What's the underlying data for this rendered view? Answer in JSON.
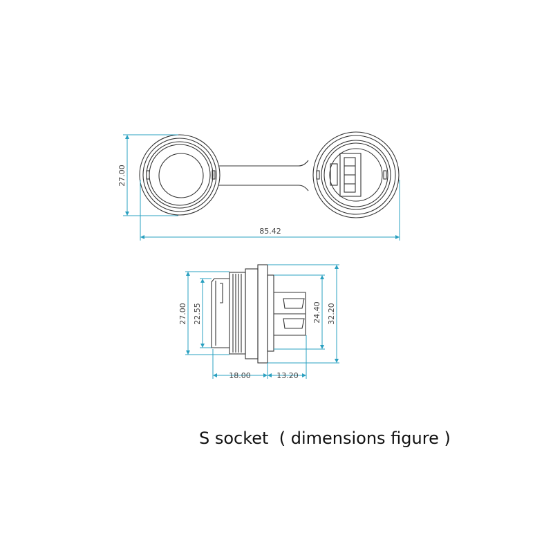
{
  "caption": "S socket  ( dimensions figure )",
  "dimension_color": "#2aa0c0",
  "front_view": {
    "height": "27.00",
    "overall_length": "85.42"
  },
  "side_view": {
    "thread_height": "27.00",
    "cap_height": "22.55",
    "body_height": "24.40",
    "flange_height": "32.20",
    "front_depth": "18.00",
    "rear_depth": "13.20"
  }
}
